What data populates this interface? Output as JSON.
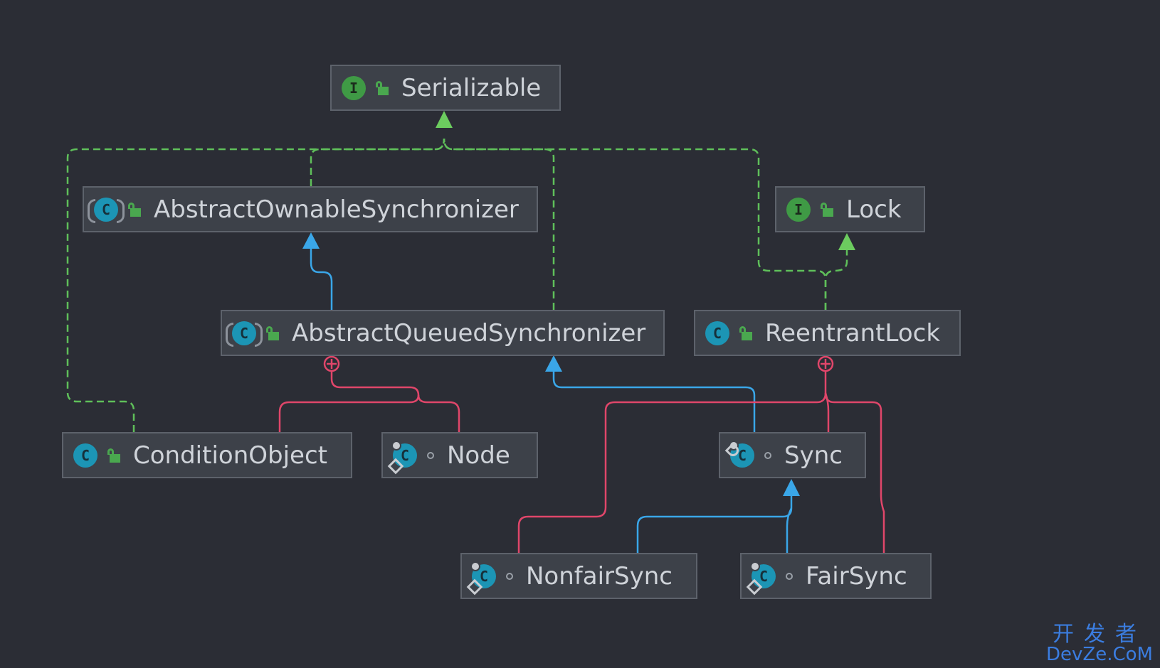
{
  "nodes": {
    "serializable": {
      "label": "Serializable",
      "kind": "interface",
      "badge": "I"
    },
    "aos": {
      "label": "AbstractOwnableSynchronizer",
      "kind": "abstract-class",
      "badge": "C"
    },
    "lock": {
      "label": "Lock",
      "kind": "interface",
      "badge": "I"
    },
    "aqs": {
      "label": "AbstractQueuedSynchronizer",
      "kind": "abstract-class",
      "badge": "C"
    },
    "reentrant": {
      "label": "ReentrantLock",
      "kind": "class",
      "badge": "C"
    },
    "condition": {
      "label": "ConditionObject",
      "kind": "class",
      "badge": "C"
    },
    "node": {
      "label": "Node",
      "kind": "static-class",
      "badge": "C"
    },
    "sync": {
      "label": "Sync",
      "kind": "static-abstract-class",
      "badge": "C"
    },
    "nonfair": {
      "label": "NonfairSync",
      "kind": "static-class",
      "badge": "C"
    },
    "fair": {
      "label": "FairSync",
      "kind": "static-class",
      "badge": "C"
    }
  },
  "relations": [
    {
      "type": "implements",
      "from": "AbstractOwnableSynchronizer",
      "to": "Serializable"
    },
    {
      "type": "implements",
      "from": "AbstractQueuedSynchronizer",
      "to": "Serializable"
    },
    {
      "type": "implements",
      "from": "ConditionObject",
      "to": "Serializable"
    },
    {
      "type": "implements",
      "from": "ReentrantLock",
      "to": "Serializable"
    },
    {
      "type": "implements",
      "from": "ReentrantLock",
      "to": "Lock"
    },
    {
      "type": "extends",
      "from": "AbstractQueuedSynchronizer",
      "to": "AbstractOwnableSynchronizer"
    },
    {
      "type": "extends",
      "from": "Sync",
      "to": "AbstractQueuedSynchronizer"
    },
    {
      "type": "extends",
      "from": "NonfairSync",
      "to": "Sync"
    },
    {
      "type": "extends",
      "from": "FairSync",
      "to": "Sync"
    },
    {
      "type": "inner",
      "from": "ConditionObject",
      "to": "AbstractQueuedSynchronizer"
    },
    {
      "type": "inner",
      "from": "Node",
      "to": "AbstractQueuedSynchronizer"
    },
    {
      "type": "inner",
      "from": "Sync",
      "to": "ReentrantLock"
    },
    {
      "type": "inner",
      "from": "NonfairSync",
      "to": "ReentrantLock"
    },
    {
      "type": "inner",
      "from": "FairSync",
      "to": "ReentrantLock"
    }
  ],
  "colors": {
    "background": "#2b2d35",
    "implements": "#5fbf5a",
    "extends": "#3aa6e8",
    "inner": "#e0466a"
  },
  "watermark": {
    "cn": "开发者",
    "en": "DevZe.CoM"
  }
}
